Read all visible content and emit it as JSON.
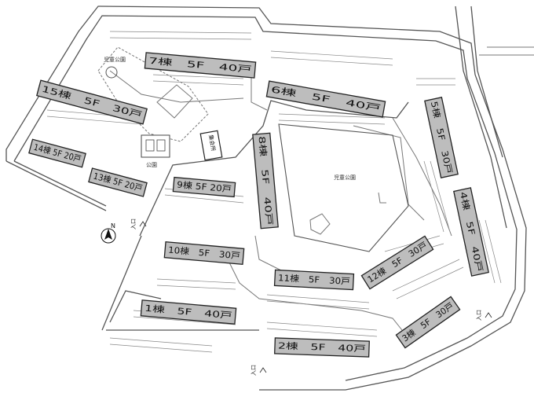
{
  "buildings": [
    {
      "id": "b7",
      "label": "7棟　5F　40戸"
    },
    {
      "id": "b6",
      "label": "6棟　5F　40戸"
    },
    {
      "id": "b15",
      "label": "15棟　5F　30戸"
    },
    {
      "id": "b14",
      "label": "14棟 5F 20戸"
    },
    {
      "id": "b13",
      "label": "13棟 5F 20戸"
    },
    {
      "id": "b9",
      "label": "9棟 5F 20戸"
    },
    {
      "id": "b8",
      "label": "8棟　5F　40戸"
    },
    {
      "id": "b5",
      "label": "5棟　5F　30戸"
    },
    {
      "id": "b4",
      "label": "4棟　5F　40戸"
    },
    {
      "id": "b10",
      "label": "10棟　5F　30戸"
    },
    {
      "id": "b11",
      "label": "11棟　5F　30戸"
    },
    {
      "id": "b12",
      "label": "12棟　5F　30戸"
    },
    {
      "id": "b1",
      "label": "1棟　5F　40戸"
    },
    {
      "id": "b2",
      "label": "2棟　5F　40戸"
    },
    {
      "id": "b3",
      "label": "3棟　5F　30戸"
    }
  ],
  "facilities": {
    "meeting_hall": "集会所",
    "park_main": "児童公園",
    "park_small": "児童公園",
    "park_toilet": "公園"
  },
  "compass": {
    "letter": "N"
  },
  "entrances": [
    "入口",
    "入口",
    "入口"
  ]
}
